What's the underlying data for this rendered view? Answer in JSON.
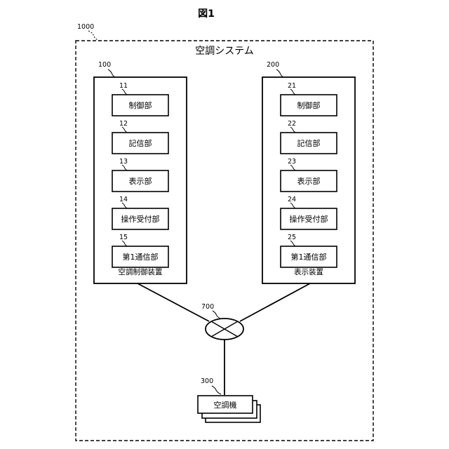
{
  "figure": {
    "title": "図1",
    "system_ref": "1000",
    "system_label": "空調システム"
  },
  "air_conditioning_controller": {
    "ref": "100",
    "label": "空調制御装置",
    "parts": [
      {
        "ref": "11",
        "label": "制御部"
      },
      {
        "ref": "12",
        "label": "記信部"
      },
      {
        "ref": "13",
        "label": "表示部"
      },
      {
        "ref": "14",
        "label": "操作受付部"
      },
      {
        "ref": "15",
        "label": "第1通信部"
      }
    ]
  },
  "display_device": {
    "ref": "200",
    "label": "表示装置",
    "parts": [
      {
        "ref": "21",
        "label": "制御部"
      },
      {
        "ref": "22",
        "label": "記信部"
      },
      {
        "ref": "23",
        "label": "表示部"
      },
      {
        "ref": "24",
        "label": "操作受付部"
      },
      {
        "ref": "25",
        "label": "第1通信部"
      }
    ]
  },
  "network": {
    "ref": "700"
  },
  "air_conditioner": {
    "ref": "300",
    "label": "空調機"
  }
}
